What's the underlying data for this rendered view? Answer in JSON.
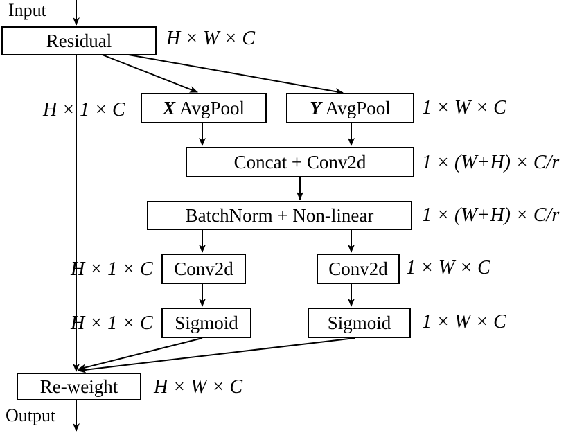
{
  "io": {
    "input": "Input",
    "output": "Output"
  },
  "nodes": {
    "residual": "Residual",
    "x_pool_axis": "X",
    "x_pool": "AvgPool",
    "y_pool_axis": "Y",
    "y_pool": "AvgPool",
    "concat": "Concat + Conv2d",
    "batchnorm": "BatchNorm + Non-linear",
    "conv_left": "Conv2d",
    "conv_right": "Conv2d",
    "sigmoid_left": "Sigmoid",
    "sigmoid_right": "Sigmoid",
    "reweight": "Re-weight"
  },
  "dims": {
    "residual": "H × W × C",
    "skip": "H × 1 × C",
    "y_pool": "1 × W × C",
    "concat": "1 × (W+H) × C/r",
    "batchnorm": "1 × (W+H) × C/r",
    "conv_left": "H × 1 × C",
    "conv_right": "1 × W × C",
    "sigmoid_left": "H × 1 × C",
    "sigmoid_right": "1 × W × C",
    "reweight": "H × W × C"
  }
}
